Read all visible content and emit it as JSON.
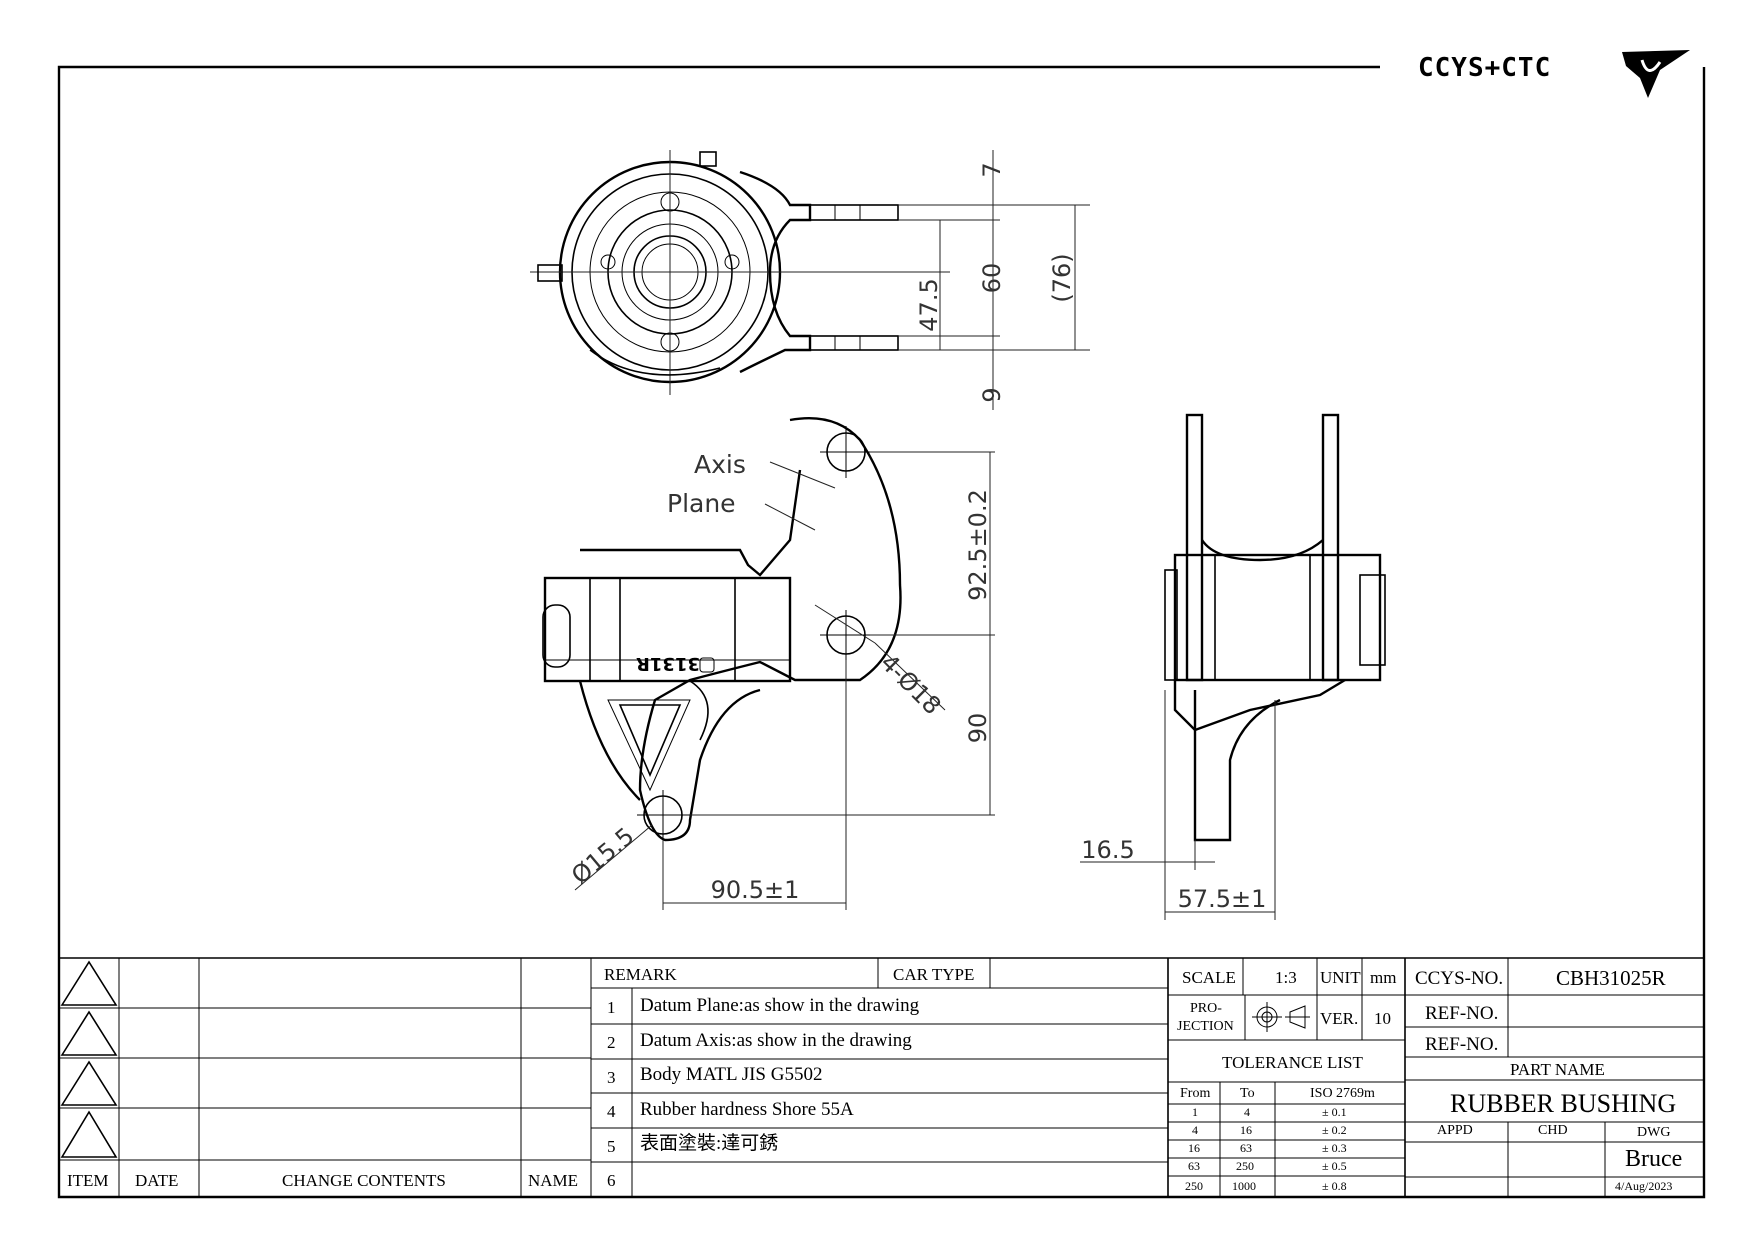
{
  "logo": {
    "text": "CCYS+CTC"
  },
  "drawing": {
    "top_view": {
      "dims": [
        "7",
        "60",
        "(76)",
        "47.5",
        "9"
      ]
    },
    "front_view": {
      "labels": [
        "Axis",
        "Plane"
      ],
      "part_mark": "3131R",
      "dims": [
        "92.5±0.2",
        "4-Ø18",
        "90",
        "Ø15.5",
        "90.5±1"
      ]
    },
    "side_view": {
      "dims": [
        "16.5",
        "57.5±1"
      ]
    }
  },
  "revision": {
    "headers": [
      "ITEM",
      "DATE",
      "CHANGE CONTENTS",
      "NAME"
    ]
  },
  "remarks": {
    "header": "REMARK",
    "car_type_label": "CAR TYPE",
    "car_type_value": "",
    "items": [
      {
        "no": "1",
        "text": "Datum Plane:as show in the drawing"
      },
      {
        "no": "2",
        "text": "Datum Axis:as show in the drawing"
      },
      {
        "no": "3",
        "text": "Body MATL JIS G5502"
      },
      {
        "no": "4",
        "text": "Rubber hardness Shore 55A"
      },
      {
        "no": "5",
        "text": "表面塗裝:達可銹"
      },
      {
        "no": "6",
        "text": ""
      }
    ]
  },
  "spec": {
    "scale_label": "SCALE",
    "scale_value": "1:3",
    "unit_label": "UNIT",
    "unit_value": "mm",
    "projection_label_1": "PRO-",
    "projection_label_2": "JECTION",
    "ver_label": "VER.",
    "ver_value": "10",
    "tolerance_title": "TOLERANCE LIST",
    "tol_headers": [
      "From",
      "To",
      "ISO 2769m"
    ],
    "tolerances": [
      {
        "from": "1",
        "to": "4",
        "tol": "± 0.1"
      },
      {
        "from": "4",
        "to": "16",
        "tol": "± 0.2"
      },
      {
        "from": "16",
        "to": "63",
        "tol": "± 0.3"
      },
      {
        "from": "63",
        "to": "250",
        "tol": "± 0.5"
      },
      {
        "from": "250",
        "to": "1000",
        "tol": "± 0.8"
      }
    ]
  },
  "titleblock": {
    "ccys_no_label": "CCYS-NO.",
    "ccys_no_value": "CBH31025R",
    "ref_no_label_1": "REF-NO.",
    "ref_no_label_2": "REF-NO.",
    "part_name_label": "PART NAME",
    "part_name": "RUBBER BUSHING",
    "appd": "APPD",
    "chd": "CHD",
    "dwg": "DWG",
    "drawn_by": "Bruce",
    "date": "4/Aug/2023"
  }
}
